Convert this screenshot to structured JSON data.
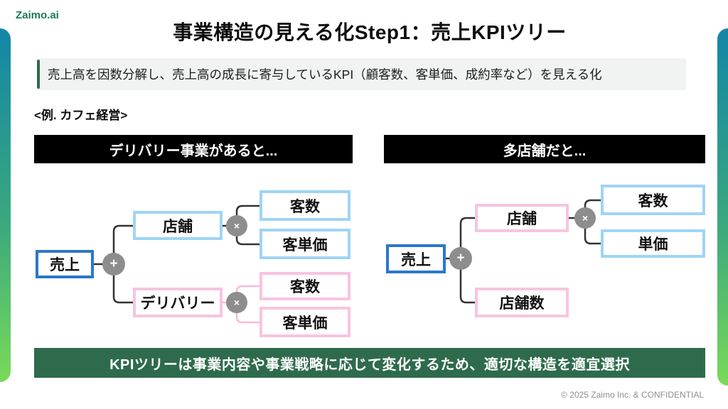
{
  "colors": {
    "brand_green": "#1a7a52",
    "banner_green": "#2e6b4c",
    "summary_accent_green": "#2d6a4f",
    "summary_bg": "#f1f3f2",
    "panel_header_bg": "#000000",
    "root_border_blue": "#2b77cc",
    "light_blue_border": "#9fd4f6",
    "pink_border": "#f8c3e1",
    "operator_gray": "#8d8d8d",
    "sidebar_gradient_top": "#1286a6",
    "sidebar_gradient_bottom": "#79da58"
  },
  "header": {
    "logo": "Zaimo.ai",
    "title": "事業構造の見える化Step1：売上KPIツリー"
  },
  "summary": {
    "text": "売上高を因数分解し、売上高の成長に寄与しているKPI（顧客数、客単価、成約率など）を見える化"
  },
  "example_label": "<例. カフェ経営>",
  "left_panel": {
    "header": "デリバリー事業があると...",
    "tree": {
      "root": "売上",
      "root_op": "+",
      "branch1": {
        "label": "店舗",
        "op": "×",
        "child1": "客数",
        "child2": "客単価"
      },
      "branch2": {
        "label": "デリバリー",
        "op": "×",
        "child1": "客数",
        "child2": "客単価"
      }
    }
  },
  "right_panel": {
    "header": "多店舗だと...",
    "tree": {
      "root": "売上",
      "root_op": "+",
      "branch1": {
        "label": "店舗",
        "op": "×",
        "child1": "客数",
        "child2": "単価"
      },
      "branch2": {
        "label": "店舗数"
      }
    }
  },
  "banner": {
    "text": "KPIツリーは事業内容や事業戦略に応じて変化するため、適切な構造を適宜選択"
  },
  "footer": {
    "text": "© 2025 Zaimo Inc. & CONFIDENTIAL"
  }
}
